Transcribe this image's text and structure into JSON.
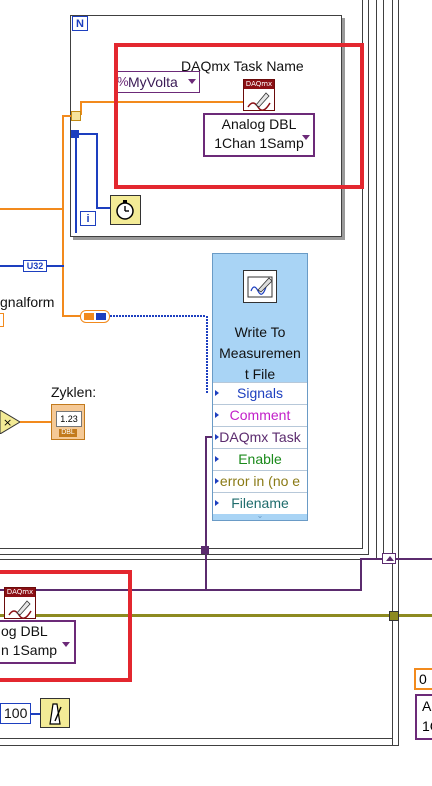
{
  "loop": {
    "count_terminal": "N",
    "iteration_terminal": "i"
  },
  "task_name": {
    "label": "DAQmx Task Name",
    "value": "MyVolta",
    "prefix": "%"
  },
  "vi_top": {
    "banner": "DAQmx",
    "polymorphic_line1": "Analog DBL",
    "polymorphic_line2": "1Chan 1Samp"
  },
  "vi_bottom": {
    "banner": "DAQmx",
    "polymorphic_line1": "og DBL",
    "polymorphic_line2": "n 1Samp"
  },
  "constants": {
    "u32": "U32",
    "wait_value": "100",
    "right_zero": "0",
    "right_partial_1": "A",
    "right_partial_2": "1C"
  },
  "left_labels": {
    "signalform": "gnalform",
    "zyklen": "Zyklen:",
    "zyklen_value": "1.23",
    "zyklen_type": "DBL"
  },
  "express_vi": {
    "title_lines": [
      "Write To",
      "Measuremen",
      "t File"
    ],
    "inputs": [
      {
        "label": "Signals",
        "color": "#1d3fbf"
      },
      {
        "label": "Comment",
        "color": "#c21fc9"
      },
      {
        "label": "DAQmx Task",
        "color": "#5b2b6e"
      },
      {
        "label": "Enable",
        "color": "#1b8a1b"
      },
      {
        "label": "error in (no e",
        "color": "#8a7a15"
      },
      {
        "label": "Filename",
        "color": "#1f6c6c"
      }
    ]
  },
  "colors": {
    "highlight": "#e3272f",
    "wire_orange": "#f28a1d",
    "wire_purple": "#5b2b6e",
    "wire_blue": "#1d3fbf",
    "express_blue": "#a9d4f5"
  }
}
